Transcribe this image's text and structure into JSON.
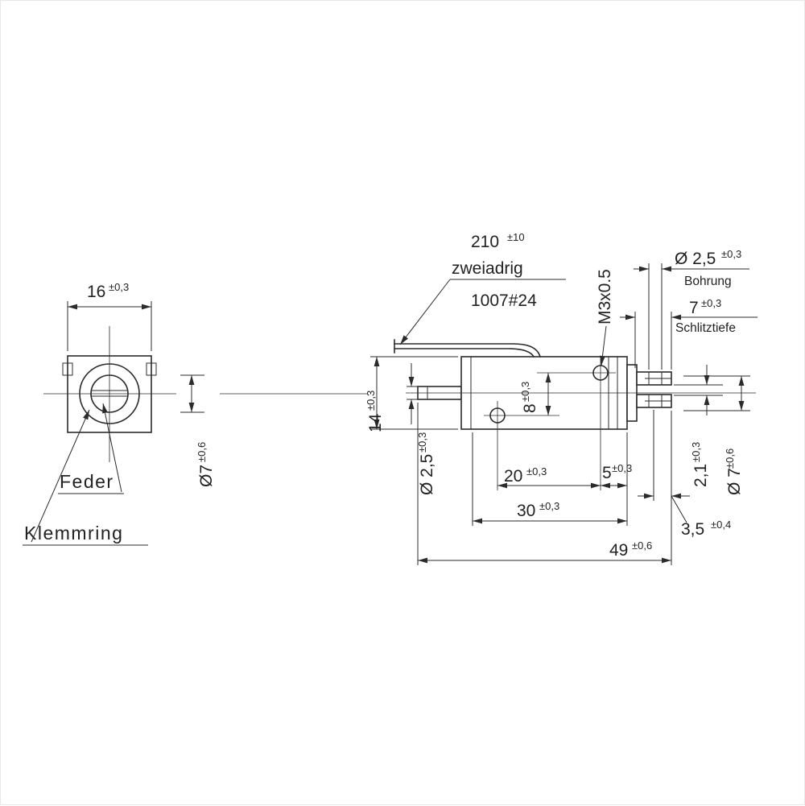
{
  "colors": {
    "ink": "#2b2b2b",
    "background": "#ffffff"
  },
  "labels": {
    "feder": "Feder",
    "klemmring": "Klemmring",
    "wire_length": "210",
    "wire_length_tol": "±10",
    "wire_type": "zweiadrig",
    "wire_spec": "1007#24",
    "thread": "M3x0.5",
    "bore_value": "Ø 2,5",
    "bore_tol": "±0,3",
    "bore_label": "Bohrung",
    "slot_value": "7",
    "slot_tol": "±0,3",
    "slot_label": "Schlitztiefe"
  },
  "dims": {
    "front_width": {
      "v": "16",
      "t": "±0,3"
    },
    "front_bore": {
      "v": "Ø7",
      "t": "±0,6"
    },
    "body_height": {
      "v": "14",
      "t": "±0,3"
    },
    "plunger_dia": {
      "v": "Ø 2,5",
      "t": "±0,3"
    },
    "hole_offset_v": {
      "v": "8",
      "t": "±0,3"
    },
    "hole_offset_h": {
      "v": "20",
      "t": "±0,3"
    },
    "flange": {
      "v": "5",
      "t": "±0,3"
    },
    "body_length": {
      "v": "30",
      "t": "±0,3"
    },
    "total_length": {
      "v": "49",
      "t": "±0,6"
    },
    "pin": {
      "v": "3,5",
      "t": "±0,4"
    },
    "pin_gap": {
      "v": "2,1",
      "t": "±0,3"
    },
    "tube_dia": {
      "v": "Ø 7",
      "t": "±0,6"
    }
  }
}
